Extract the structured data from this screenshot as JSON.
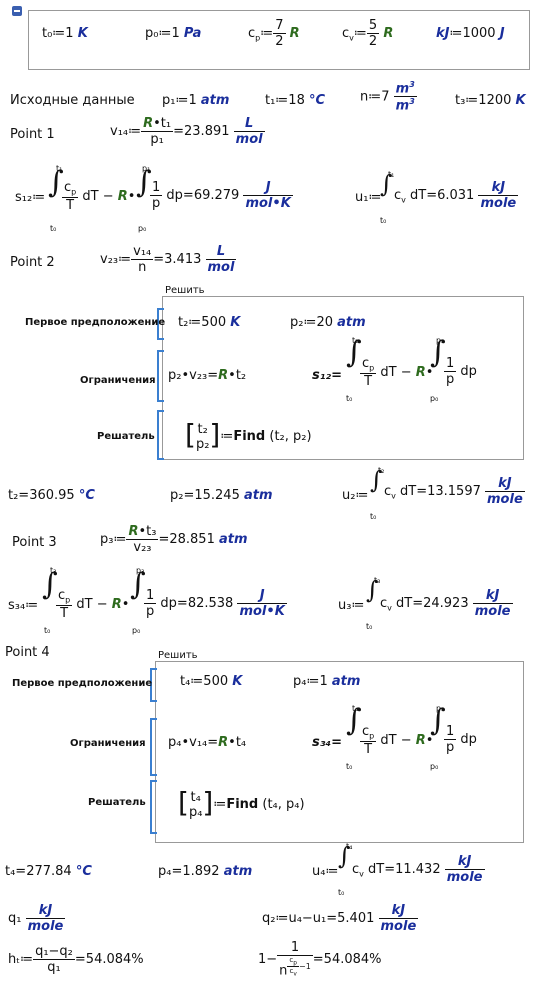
{
  "header": {
    "t0": "t₀≔1",
    "K": "K",
    "p0": "p₀≔1",
    "Pa": "Pa",
    "cp_lhs": "c",
    "cp_sub": "p",
    "cv_lhs": "c",
    "cv_sub": "v",
    "assign": "≔",
    "seven": "7",
    "five": "5",
    "two": "2",
    "R": "R",
    "kJ": "kJ",
    "kJdef": "≔1000",
    "J": "J"
  },
  "init": {
    "label": "Исходные данные",
    "p1": "p₁≔1",
    "atm": "atm",
    "t1": "t₁≔18",
    "degC": "°C",
    "n": "n≔7",
    "m3": "m",
    "cube": "3",
    "t3": "t₃≔1200",
    "K": "K"
  },
  "point1": {
    "label": "Point 1",
    "v14": "v₁₄≔",
    "Rt1": "•t₁",
    "p1": "p₁",
    "res": "=23.891",
    "L": "L",
    "mol": "mol",
    "s12": "s₁₂≔",
    "s12res": "dp=69.279",
    "J": "J",
    "molK": "mol•K",
    "u1": "u₁≔",
    "u1res": "c<sub>v</sub> dT=6.031",
    "kJ": "kJ",
    "mole": "mole"
  },
  "point2": {
    "label": "Point 2",
    "v23": "v₂₃≔",
    "v14": "v₁₄",
    "n": "n",
    "res": "=3.413",
    "L": "L",
    "mol": "mol"
  },
  "solve1": {
    "title": "Решить",
    "guess": "Первое предположение",
    "cons": "Ограничения",
    "solver": "Решатель",
    "t2": "t₂≔500",
    "K": "K",
    "p2": "p₂≔20",
    "atm": "atm",
    "eq": "p₂•v₂₃=",
    "t2r": "•t₂",
    "s12": "s₁₂=",
    "find": "Find",
    "findargs": "(t₂, p₂)",
    "mt": "t₂",
    "mp": "p₂"
  },
  "result2": {
    "t2": "t₂=360.95",
    "degC": "°C",
    "p2": "p₂=15.245",
    "atm": "atm",
    "u2": "u₂≔",
    "u2res": "dT=13.1597",
    "kJ": "kJ",
    "mole": "mole"
  },
  "point3": {
    "label": "Point 3",
    "p3": "p₃≔",
    "t3": "•t₃",
    "v23": "v₂₃",
    "res": "=28.851",
    "atm": "atm",
    "s34": "s₃₄≔",
    "s34res": "dp=82.538",
    "J": "J",
    "molK": "mol•K",
    "u3": "u₃≔",
    "u3res": "dT=24.923",
    "kJ": "kJ",
    "mole": "mole"
  },
  "point4": {
    "label": "Point 4"
  },
  "solve2": {
    "title": "Решить",
    "guess": "Первое предположение",
    "cons": "Ограничения",
    "solver": "Решатель",
    "t4": "t₄≔500",
    "K": "K",
    "p4": "p₄≔1",
    "atm": "atm",
    "eq": "p₄•v₁₄=",
    "t4r": "•t₄",
    "s34": "s₃₄=",
    "find": "Find",
    "findargs": "(t₄, p₄)",
    "mt": "t₄",
    "mp": "p₄"
  },
  "result4": {
    "t4": "t₄=277.84",
    "degC": "°C",
    "p4": "p₄=1.892",
    "atm": "atm",
    "u4": "u₄≔",
    "u4res": "dT=11.432",
    "kJ": "kJ",
    "mole": "mole"
  },
  "final": {
    "q1": "q₁",
    "kJ": "kJ",
    "mole": "mole",
    "q2": "q₂≔u₄−u₁=5.401",
    "ht": "hₜ≔",
    "q1q2": "q₁−q₂",
    "ht_res": "=54.084%",
    "one": "1−",
    "onetop": "1",
    "n": "n",
    "eff_res": "=54.084%"
  }
}
